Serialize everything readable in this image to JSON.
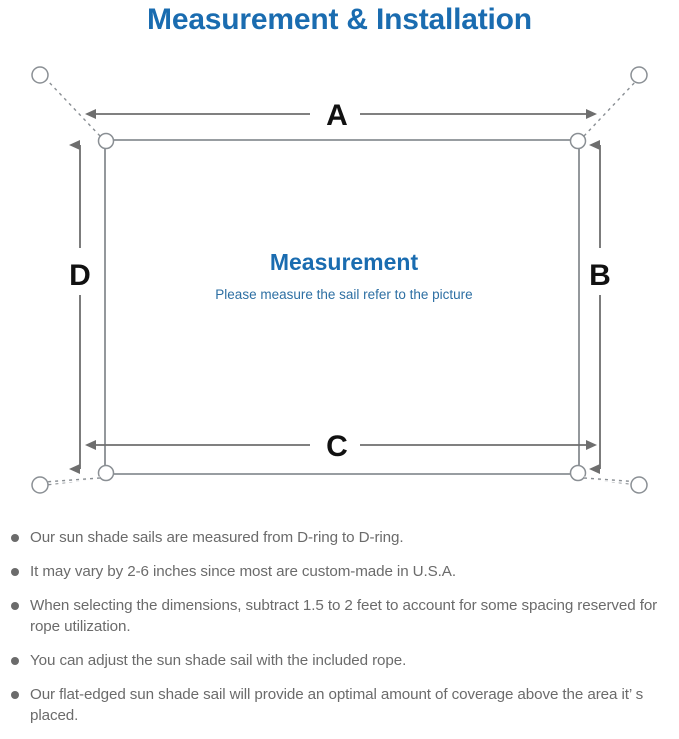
{
  "page": {
    "title": "Measurement & Installation",
    "background_color": "#ffffff"
  },
  "colors": {
    "title_blue": "#1a6cb0",
    "measurement_blue": "#1a6cb0",
    "subtitle_blue": "#2d6fa3",
    "line_gray": "#6e6e6e",
    "sail_outline": "#8a8f94",
    "body_text_gray": "#6b6b6b",
    "label_black": "#111111"
  },
  "diagram": {
    "name": "sun-shade-sail-measurement-diagram",
    "center_title": "Measurement",
    "center_subtitle": "Please measure the sail refer to the picture",
    "dimension_labels": {
      "top": "A",
      "right": "B",
      "bottom": "C",
      "left": "D"
    },
    "anchor_points_count": 4,
    "d_rings_count": 4
  },
  "notes": [
    {
      "text": "Our sun shade sails are measured from D-ring to D-ring."
    },
    {
      "text": "It may vary by 2-6 inches since most are custom-made in U.S.A."
    },
    {
      "text": "When selecting the dimensions, subtract 1.5 to 2 feet to account for some spacing reserved for rope utilization."
    },
    {
      "text": "You can adjust the sun shade sail with the included rope."
    },
    {
      "text": "Our flat-edged sun shade sail will provide an optimal amount of coverage above the area it’ s placed."
    }
  ]
}
